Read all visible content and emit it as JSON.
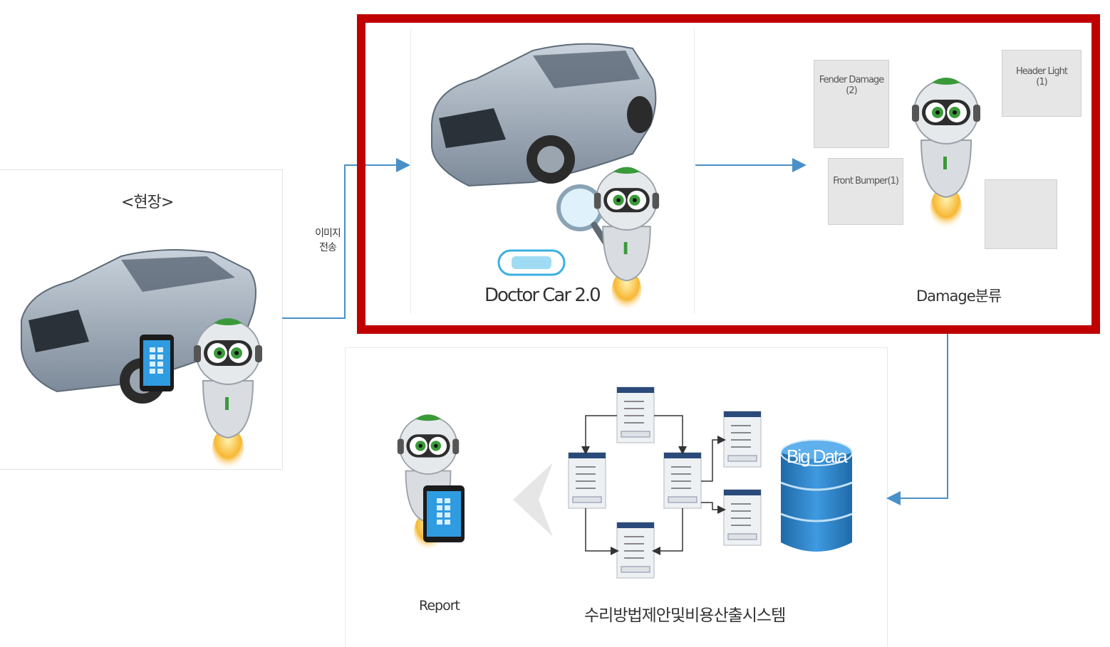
{
  "labels": {
    "field": "<현장>",
    "image_send": [
      "이미지",
      "전송"
    ],
    "doctor_car": "Doctor Car 2.0",
    "damage_classify": "Damage분류",
    "report": "Report",
    "system": "수리방법제안및비용산출시스템",
    "big_data": "Big Data"
  },
  "damage_notes": [
    {
      "line1": "Fender Damage",
      "line2": "(2)"
    },
    {
      "line1": "Header Light",
      "line2": "(1)"
    },
    {
      "line1": "Front Bumper(1)",
      "line2": ""
    }
  ],
  "colors": {
    "highlight": "#c00000",
    "arrow": "#4a90c8",
    "car_body": "#8e9aa8",
    "robot_green": "#3a9a3a",
    "database": "#2d7fc1"
  }
}
